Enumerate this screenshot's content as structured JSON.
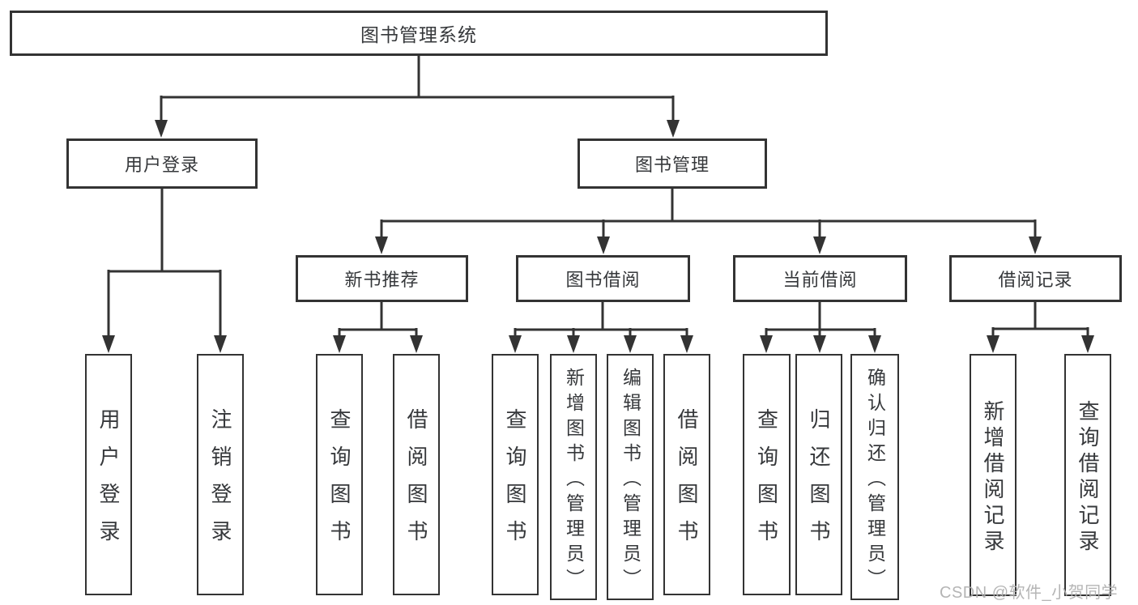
{
  "diagram": {
    "type": "hierarchy",
    "root": {
      "label": "图书管理系统",
      "children": [
        {
          "label": "用户登录",
          "children": [
            {
              "label": "用户登录"
            },
            {
              "label": "注销登录"
            }
          ]
        },
        {
          "label": "图书管理",
          "children": [
            {
              "label": "新书推荐",
              "children": [
                {
                  "label": "查询图书"
                },
                {
                  "label": "借阅图书"
                }
              ]
            },
            {
              "label": "图书借阅",
              "children": [
                {
                  "label": "查询图书"
                },
                {
                  "label": "新增图书（管理员）"
                },
                {
                  "label": "编辑图书（管理员）"
                },
                {
                  "label": "借阅图书"
                }
              ]
            },
            {
              "label": "当前借阅",
              "children": [
                {
                  "label": "查询图书"
                },
                {
                  "label": "归还图书"
                },
                {
                  "label": "确认归还（管理员）"
                }
              ]
            },
            {
              "label": "借阅记录",
              "children": [
                {
                  "label": "新增借阅记录"
                },
                {
                  "label": "查询借阅记录"
                }
              ]
            }
          ]
        }
      ]
    }
  },
  "watermark": {
    "text": "CSDN @软件_小贺同学"
  },
  "colors": {
    "line": "#333333",
    "box_border": "#333333",
    "box_background": "#ffffff",
    "text": "#36383b",
    "watermark": "#b0b0b0"
  }
}
